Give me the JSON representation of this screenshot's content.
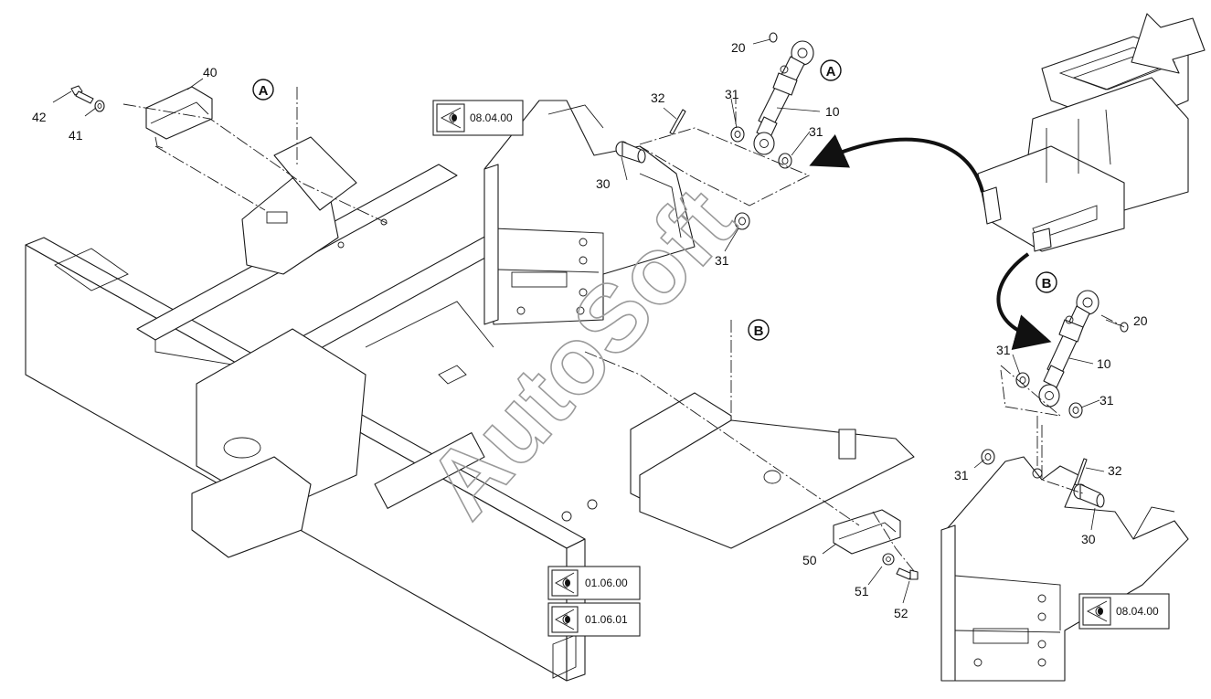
{
  "watermark": "AutoSoft",
  "part_numbers": [
    "10",
    "20",
    "30",
    "31",
    "32",
    "40",
    "41",
    "42",
    "50",
    "51",
    "52"
  ],
  "labels": {
    "p42": "42",
    "p41": "41",
    "p40": "40",
    "p30a": "30",
    "p32a": "32",
    "p31a": "31",
    "p31b": "31",
    "p31c": "31",
    "p10a": "10",
    "p20a": "20",
    "p20b": "20",
    "p10b": "10",
    "p31d": "31",
    "p31e": "31",
    "p31f": "31",
    "p32b": "32",
    "p30b": "30",
    "p50": "50",
    "p51": "51",
    "p52": "52"
  },
  "callouts": {
    "a1": "A",
    "a2": "A",
    "b1": "B",
    "b2": "B"
  },
  "references": {
    "r1": "08.04.00",
    "r2": "01.06.00",
    "r3": "01.06.01",
    "r4": "08.04.00"
  },
  "icons": [
    "view-reference-icon",
    "direction-arrow-icon",
    "curved-arrow-icon"
  ]
}
